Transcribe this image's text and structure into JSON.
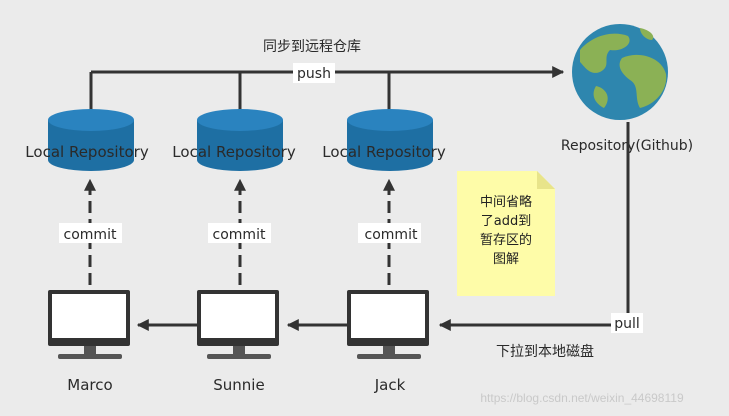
{
  "diagram": {
    "title": "同步到远程仓库",
    "push_label": "push",
    "pull_label": "pull",
    "pull_caption": "下拉到本地磁盘",
    "remote_label": "Repository(Github)",
    "local_repo_label": "Local Repository",
    "commit_label": "commit",
    "users": [
      "Marco",
      "Sunnie",
      "Jack"
    ],
    "note_lines": [
      "中间省略",
      "了add到",
      "暂存区的",
      "图解"
    ],
    "watermark": "https://blog.csdn.net/weixin_44698119",
    "colors": {
      "background": "#ebebeb",
      "cylinder": "#1e6fa3",
      "cylinder_top": "#2a83bf",
      "globe_ocean": "#2e86ae",
      "globe_land": "#8bb155",
      "note": "#fefca8",
      "line": "#333333",
      "monitor": "#333333"
    },
    "icons": [
      "database-icon",
      "globe-icon",
      "monitor-icon",
      "sticky-note"
    ]
  }
}
